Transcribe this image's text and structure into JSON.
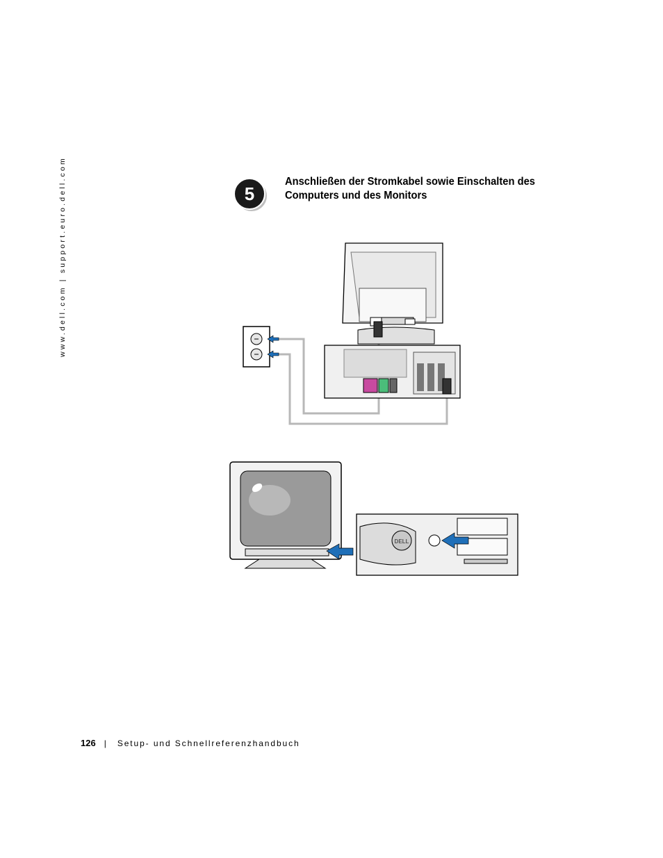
{
  "sidebar": {
    "url_text": "www.dell.com | support.euro.dell.com"
  },
  "step": {
    "number": "5",
    "title_line1": "Anschließen der Stromkabel sowie Einschalten des",
    "title_line2": "Computers und des Monitors"
  },
  "figure_brand": "DELL",
  "footer": {
    "page_number": "126",
    "separator": "|",
    "book_title": "Setup- und Schnellreferenzhandbuch"
  },
  "colors": {
    "arrow_blue": "#1f6fb8",
    "cable_gray": "#b8b8b8"
  }
}
